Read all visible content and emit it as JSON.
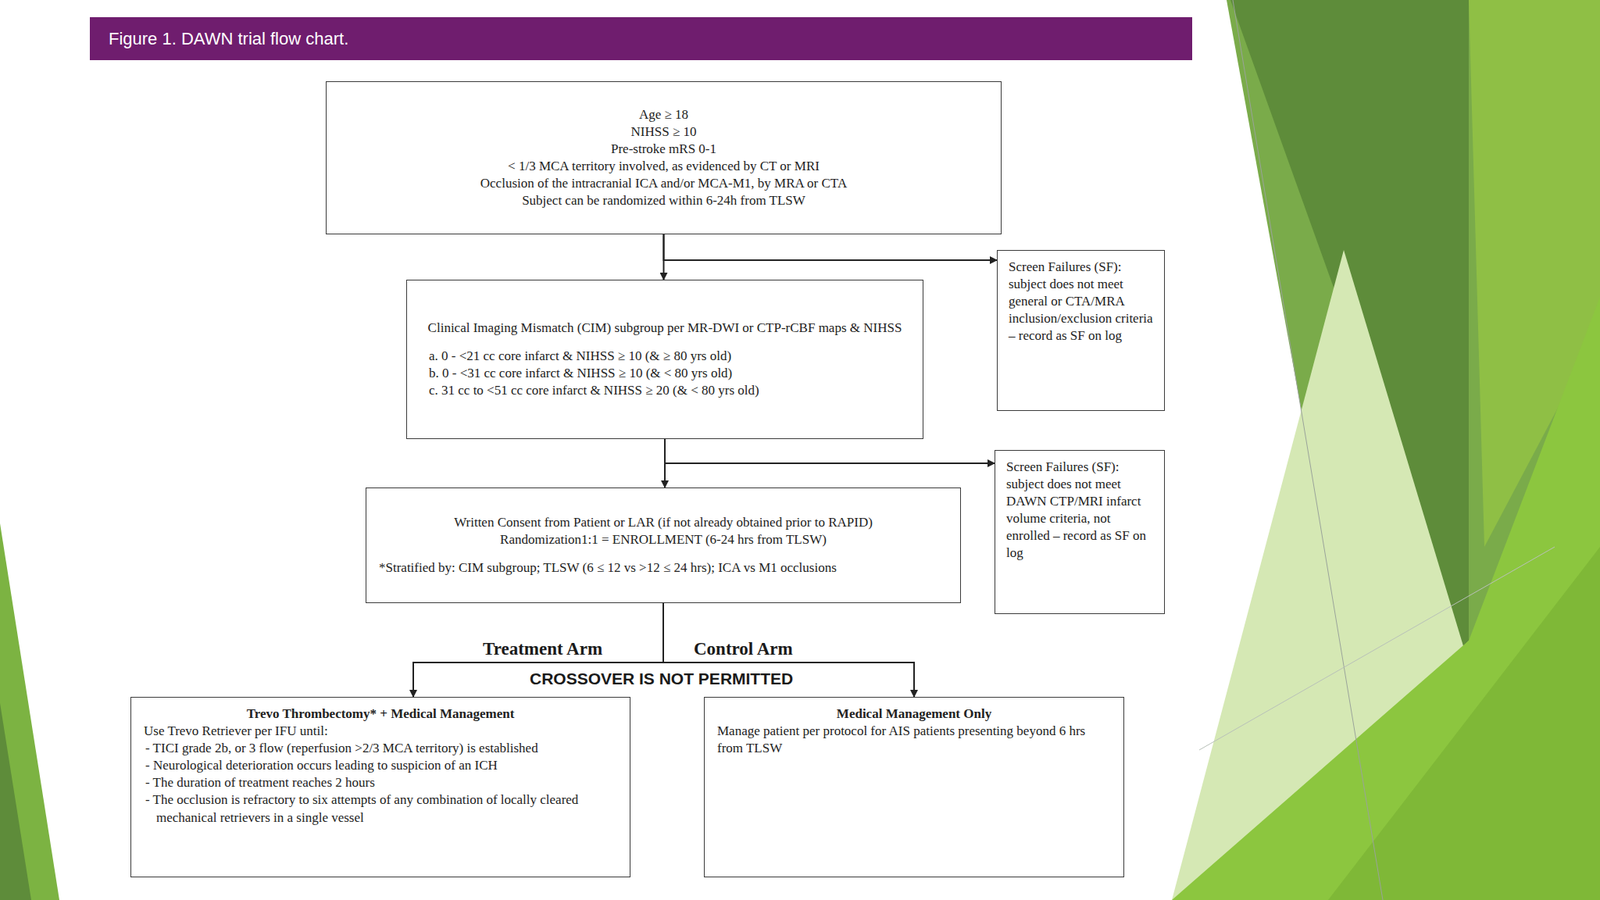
{
  "diagram": {
    "title": "Figure 1. DAWN trial flow chart.",
    "nodes": [
      {
        "text": [
          "Age ≥ 18",
          "NIHSS ≥ 10",
          "Pre-stroke mRS 0-1",
          "< 1/3 MCA territory involved, as evidenced by CT or MRI",
          "Occlusion of the intracranial ICA and/or MCA-M1, by MRA or CTA",
          "Subject can be randomized within 6-24h from TLSW"
        ]
      },
      {
        "text": [
          "Clinical Imaging Mismatch (CIM) subgroup per MR-DWI or CTP-rCBF maps & NIHSS",
          "a. 0 - <21 cc core infarct & NIHSS ≥ 10 (& ≥ 80 yrs old)",
          "b. 0 - <31 cc core infarct & NIHSS ≥ 10 (& < 80 yrs old)",
          "c. 31 cc to <51 cc core infarct & NIHSS ≥ 20 (& < 80 yrs old)"
        ]
      },
      {
        "text": [
          "Screen Failures (SF): subject does not meet general or CTA/MRA inclusion/exclusion criteria – record as SF on log"
        ]
      },
      {
        "text": [
          "Written Consent from Patient or LAR (if not already obtained prior to RAPID)",
          "Randomization1:1 = ENROLLMENT (6-24 hrs from TLSW)",
          "*Stratified by: CIM subgroup; TLSW (6 ≤ 12 vs >12 ≤ 24 hrs); ICA vs M1 occlusions"
        ]
      },
      {
        "text": [
          "Screen Failures (SF): subject does not meet DAWN CTP/MRI infarct volume criteria, not enrolled – record as SF on log"
        ]
      },
      {
        "text": [
          "Trevo Thrombectomy* + Medical Management",
          "Use Trevo Retriever per IFU until:",
          "- TICI grade 2b, or 3 flow (reperfusion >2/3 MCA territory) is established",
          "- Neurological deterioration occurs leading to suspicion of an ICH",
          "- The duration of treatment reaches 2 hours",
          "- The occlusion is refractory to six attempts of any combination of locally cleared mechanical retrievers in a single vessel"
        ]
      },
      {
        "text": [
          "Medical Management Only",
          "Manage patient per protocol for AIS patients presenting beyond 6 hrs from TLSW"
        ]
      }
    ],
    "edges": [
      {
        "from": 0,
        "to": 1,
        "arrow": "to"
      },
      {
        "from": 0,
        "to": 2,
        "arrow": "to"
      },
      {
        "from": 1,
        "to": 3,
        "arrow": "to"
      },
      {
        "from": 1,
        "to": 4,
        "arrow": "to"
      },
      {
        "from": 3,
        "to": 5,
        "arrow": "to"
      },
      {
        "from": 3,
        "to": 6,
        "arrow": "to"
      }
    ],
    "labels": [
      "Treatment Arm",
      "Control Arm",
      "CROSSOVER IS NOT PERMITTED"
    ]
  }
}
